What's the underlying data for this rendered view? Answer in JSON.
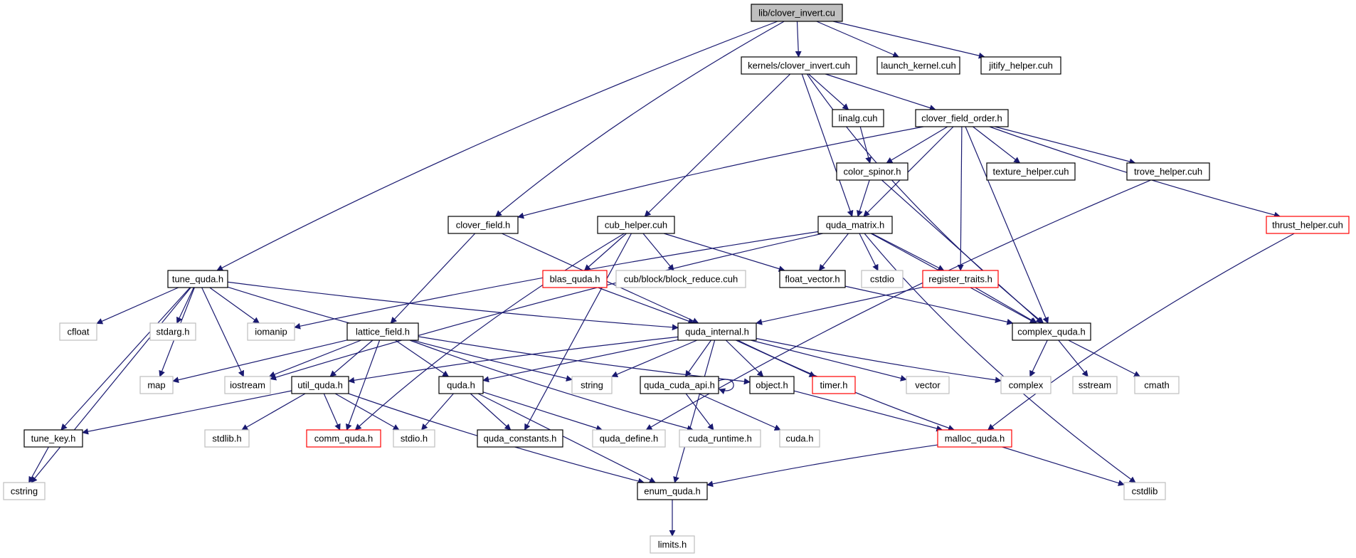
{
  "colors": {
    "edge": "#191970",
    "border_normal": "#000000",
    "border_external": "#bfbfbf",
    "border_truncated": "#ff0000",
    "fill_root": "#bfbfbf",
    "fill_node": "#ffffff"
  },
  "nodes": [
    {
      "id": "root",
      "label": "lib/clover_invert.cu",
      "kind": "root"
    },
    {
      "id": "kernels",
      "label": "kernels/clover_invert.cuh",
      "kind": "normal"
    },
    {
      "id": "launch",
      "label": "launch_kernel.cuh",
      "kind": "normal"
    },
    {
      "id": "jitify",
      "label": "jitify_helper.cuh",
      "kind": "normal"
    },
    {
      "id": "linalg",
      "label": "linalg.cuh",
      "kind": "normal"
    },
    {
      "id": "cfo",
      "label": "clover_field_order.h",
      "kind": "normal"
    },
    {
      "id": "colorspinor",
      "label": "color_spinor.h",
      "kind": "normal"
    },
    {
      "id": "texture",
      "label": "texture_helper.cuh",
      "kind": "normal"
    },
    {
      "id": "trove",
      "label": "trove_helper.cuh",
      "kind": "normal"
    },
    {
      "id": "thrust",
      "label": "thrust_helper.cuh",
      "kind": "truncated"
    },
    {
      "id": "cloverfield",
      "label": "clover_field.h",
      "kind": "normal"
    },
    {
      "id": "cub",
      "label": "cub_helper.cuh",
      "kind": "normal"
    },
    {
      "id": "qmatrix",
      "label": "quda_matrix.h",
      "kind": "normal"
    },
    {
      "id": "tune",
      "label": "tune_quda.h",
      "kind": "normal"
    },
    {
      "id": "blas",
      "label": "blas_quda.h",
      "kind": "truncated"
    },
    {
      "id": "cubblock",
      "label": "cub/block/block_reduce.cuh",
      "kind": "external"
    },
    {
      "id": "floatvec",
      "label": "float_vector.h",
      "kind": "normal"
    },
    {
      "id": "cstdio",
      "label": "cstdio",
      "kind": "external"
    },
    {
      "id": "regtraits",
      "label": "register_traits.h",
      "kind": "truncated"
    },
    {
      "id": "cfloat",
      "label": "cfloat",
      "kind": "external"
    },
    {
      "id": "stdarg",
      "label": "stdarg.h",
      "kind": "external"
    },
    {
      "id": "iomanip",
      "label": "iomanip",
      "kind": "external"
    },
    {
      "id": "lattice",
      "label": "lattice_field.h",
      "kind": "normal"
    },
    {
      "id": "qinternal",
      "label": "quda_internal.h",
      "kind": "normal"
    },
    {
      "id": "complexq",
      "label": "complex_quda.h",
      "kind": "normal"
    },
    {
      "id": "map",
      "label": "map",
      "kind": "external"
    },
    {
      "id": "iostream",
      "label": "iostream",
      "kind": "external"
    },
    {
      "id": "util",
      "label": "util_quda.h",
      "kind": "normal"
    },
    {
      "id": "qudah",
      "label": "quda.h",
      "kind": "normal"
    },
    {
      "id": "string",
      "label": "string",
      "kind": "external"
    },
    {
      "id": "cudaapi",
      "label": "quda_cuda_api.h",
      "kind": "normal"
    },
    {
      "id": "object",
      "label": "object.h",
      "kind": "normal"
    },
    {
      "id": "timer",
      "label": "timer.h",
      "kind": "truncated"
    },
    {
      "id": "vector",
      "label": "vector",
      "kind": "external"
    },
    {
      "id": "complex",
      "label": "complex",
      "kind": "external"
    },
    {
      "id": "sstream",
      "label": "sstream",
      "kind": "external"
    },
    {
      "id": "cmath",
      "label": "cmath",
      "kind": "external"
    },
    {
      "id": "tunekey",
      "label": "tune_key.h",
      "kind": "normal"
    },
    {
      "id": "stdlib",
      "label": "stdlib.h",
      "kind": "external"
    },
    {
      "id": "comm",
      "label": "comm_quda.h",
      "kind": "truncated"
    },
    {
      "id": "stdio",
      "label": "stdio.h",
      "kind": "external"
    },
    {
      "id": "qconst",
      "label": "quda_constants.h",
      "kind": "normal"
    },
    {
      "id": "qdefine",
      "label": "quda_define.h",
      "kind": "external"
    },
    {
      "id": "cudaruntime",
      "label": "cuda_runtime.h",
      "kind": "external"
    },
    {
      "id": "cudah",
      "label": "cuda.h",
      "kind": "external"
    },
    {
      "id": "malloc",
      "label": "malloc_quda.h",
      "kind": "truncated"
    },
    {
      "id": "cstring",
      "label": "cstring",
      "kind": "external"
    },
    {
      "id": "enum",
      "label": "enum_quda.h",
      "kind": "normal"
    },
    {
      "id": "cstdlib",
      "label": "cstdlib",
      "kind": "external"
    },
    {
      "id": "limits",
      "label": "limits.h",
      "kind": "external"
    }
  ],
  "edges": [
    [
      "root",
      "kernels"
    ],
    [
      "root",
      "launch"
    ],
    [
      "root",
      "jitify"
    ],
    [
      "root",
      "cloverfield"
    ],
    [
      "root",
      "tune"
    ],
    [
      "kernels",
      "linalg"
    ],
    [
      "kernels",
      "cfo"
    ],
    [
      "kernels",
      "cub"
    ],
    [
      "kernels",
      "qmatrix"
    ],
    [
      "kernels",
      "complexq"
    ],
    [
      "linalg",
      "colorspinor"
    ],
    [
      "cfo",
      "colorspinor"
    ],
    [
      "cfo",
      "texture"
    ],
    [
      "cfo",
      "trove"
    ],
    [
      "cfo",
      "thrust"
    ],
    [
      "cfo",
      "cloverfield"
    ],
    [
      "cfo",
      "qmatrix"
    ],
    [
      "cfo",
      "regtraits"
    ],
    [
      "cfo",
      "complexq"
    ],
    [
      "colorspinor",
      "qmatrix"
    ],
    [
      "colorspinor",
      "complexq"
    ],
    [
      "trove",
      "qdefine"
    ],
    [
      "thrust",
      "malloc"
    ],
    [
      "cloverfield",
      "lattice"
    ],
    [
      "cloverfield",
      "qinternal"
    ],
    [
      "cub",
      "blas"
    ],
    [
      "cub",
      "cubblock"
    ],
    [
      "cub",
      "floatvec"
    ],
    [
      "cub",
      "comm"
    ],
    [
      "cub",
      "qconst"
    ],
    [
      "qmatrix",
      "floatvec"
    ],
    [
      "qmatrix",
      "cstdio"
    ],
    [
      "qmatrix",
      "regtraits"
    ],
    [
      "qmatrix",
      "complexq"
    ],
    [
      "qmatrix",
      "iomanip"
    ],
    [
      "qmatrix",
      "iostream"
    ],
    [
      "qmatrix",
      "cstdlib"
    ],
    [
      "blas",
      "qinternal"
    ],
    [
      "floatvec",
      "complexq"
    ],
    [
      "regtraits",
      "qinternal"
    ],
    [
      "regtraits",
      "complexq"
    ],
    [
      "tune",
      "cfloat"
    ],
    [
      "tune",
      "stdarg"
    ],
    [
      "tune",
      "iomanip"
    ],
    [
      "tune",
      "map"
    ],
    [
      "tune",
      "iostream"
    ],
    [
      "tune",
      "string"
    ],
    [
      "tune",
      "qinternal"
    ],
    [
      "tune",
      "tunekey"
    ],
    [
      "tune",
      "cstring"
    ],
    [
      "lattice",
      "map"
    ],
    [
      "lattice",
      "iostream"
    ],
    [
      "lattice",
      "util"
    ],
    [
      "lattice",
      "qudah"
    ],
    [
      "lattice",
      "comm"
    ],
    [
      "lattice",
      "object"
    ],
    [
      "lattice",
      "cudaruntime"
    ],
    [
      "qinternal",
      "util"
    ],
    [
      "qinternal",
      "qudah"
    ],
    [
      "qinternal",
      "string"
    ],
    [
      "qinternal",
      "cudaapi"
    ],
    [
      "qinternal",
      "object"
    ],
    [
      "qinternal",
      "timer"
    ],
    [
      "qinternal",
      "vector"
    ],
    [
      "qinternal",
      "complex"
    ],
    [
      "qinternal",
      "malloc"
    ],
    [
      "qinternal",
      "enum"
    ],
    [
      "complexq",
      "complex"
    ],
    [
      "complexq",
      "sstream"
    ],
    [
      "complexq",
      "cmath"
    ],
    [
      "util",
      "tunekey"
    ],
    [
      "util",
      "stdlib"
    ],
    [
      "util",
      "comm"
    ],
    [
      "util",
      "stdio"
    ],
    [
      "util",
      "enum"
    ],
    [
      "qudah",
      "stdio"
    ],
    [
      "qudah",
      "qconst"
    ],
    [
      "qudah",
      "qdefine"
    ],
    [
      "qudah",
      "enum"
    ],
    [
      "cudaapi",
      "cudaapi"
    ],
    [
      "cudaapi",
      "cudaruntime"
    ],
    [
      "cudaapi",
      "cudah"
    ],
    [
      "object",
      "malloc"
    ],
    [
      "malloc",
      "enum"
    ],
    [
      "malloc",
      "cstdlib"
    ],
    [
      "tunekey",
      "cstring"
    ],
    [
      "enum",
      "limits"
    ]
  ]
}
